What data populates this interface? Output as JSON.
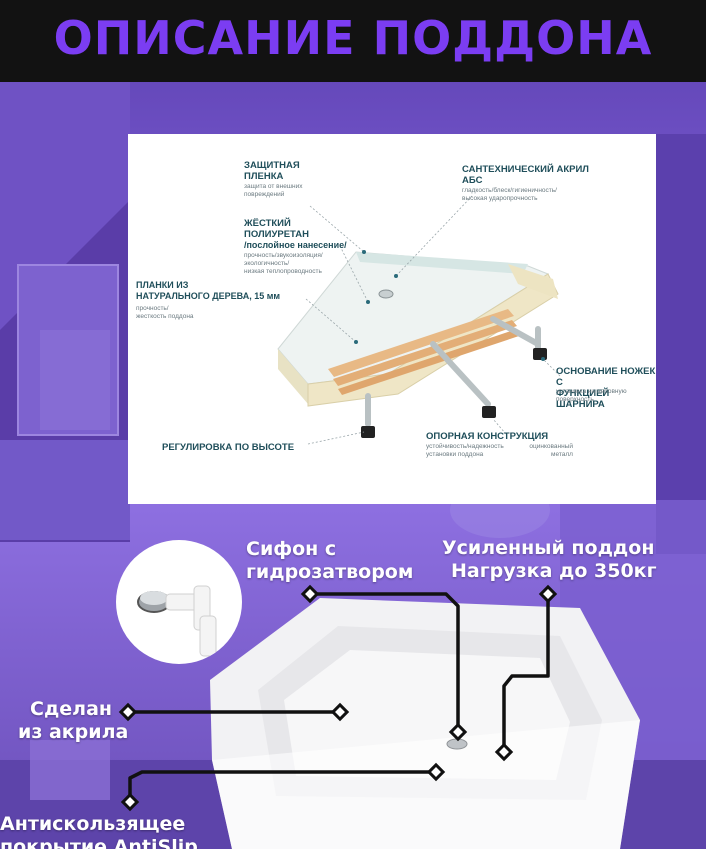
{
  "header": {
    "title": "ОПИСАНИЕ ПОДДОНА"
  },
  "diagram": {
    "labels": {
      "film_title_1": "ЗАЩИТНАЯ",
      "film_title_2": "ПЛЕНКА",
      "film_sub_1": "защита от внешних",
      "film_sub_2": "повреждений",
      "pu_title_1": "ЖЁСТКИЙ",
      "pu_title_2": "ПОЛИУРЕТАН",
      "pu_title_3": "/послойное нанесение/",
      "pu_sub_1": "прочность/звукоизоляция/",
      "pu_sub_2": "экологичность/",
      "pu_sub_3": "низкая теплопроводность",
      "acryl_title_1": "САНТЕХНИЧЕСКИЙ АКРИЛ",
      "acryl_title_2": "АБС",
      "acryl_sub_1": "гладкость/блеск/гигиеничность/",
      "acryl_sub_2": "высокая ударопрочность",
      "wood_title_1": "ПЛАНКИ ИЗ",
      "wood_title_2": "НАТУРАЛЬНОГО ДЕРЕВА, 15 мм",
      "wood_sub_1": "прочность/",
      "wood_sub_2": "жесткость поддона",
      "legs_title_1": "ОСНОВАНИЕ НОЖЕК С",
      "legs_title_2": "ФУНКЦИЕЙ ШАРНИРА",
      "legs_sub_1": "установка на неровную",
      "legs_sub_2": "поверхность",
      "height_title": "РЕГУЛИРОВКА ПО ВЫСОТЕ",
      "support_title": "ОПОРНАЯ КОНСТРУКЦИЯ",
      "support_sub_1": "устойчивость/надежность",
      "support_sub_2": "установки поддона",
      "metal_sub_1": "оцинкованный",
      "metal_sub_2": "металл"
    }
  },
  "callouts": {
    "siphon_1": "Сифон с",
    "siphon_2": "гидрозатвором",
    "reinforced_1": "Усиленный поддон",
    "reinforced_2": "Нагрузка до 350кг",
    "acrylic_1": "Сделан",
    "acrylic_2": "из акрила",
    "antislip_1": "Антискользящее",
    "antislip_2": "покрытие AntiSlip"
  },
  "colors": {
    "header_bg": "#121212",
    "title_purple": "#7b3df2",
    "label_teal": "#1f4e5a",
    "callout_line": "#111111"
  }
}
